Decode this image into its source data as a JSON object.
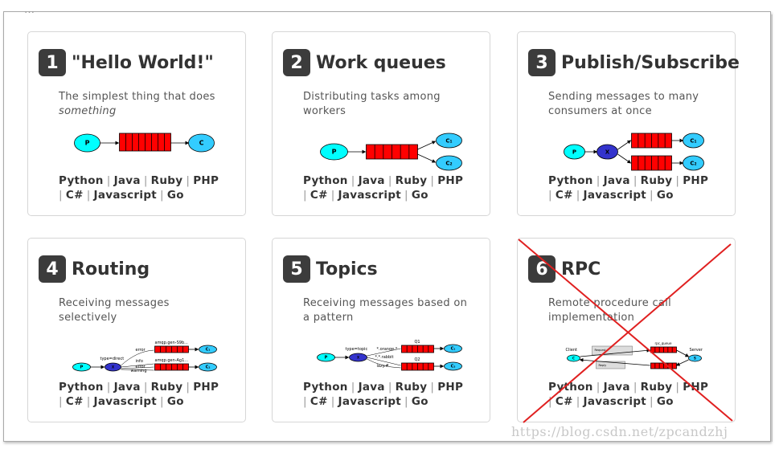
{
  "intro_fragment": "…",
  "cards": [
    {
      "number": "1",
      "title": "\"Hello World!\"",
      "desc": "The simplest thing that does",
      "desc_em": "something",
      "langs": [
        "Python",
        "Java",
        "Ruby",
        "PHP",
        "C#",
        "Javascript",
        "Go"
      ],
      "diagram": {
        "producer": "P",
        "consumer": "C"
      }
    },
    {
      "number": "2",
      "title": "Work queues",
      "desc": "Distributing tasks among workers",
      "desc_em": "",
      "langs": [
        "Python",
        "Java",
        "Ruby",
        "PHP",
        "C#",
        "Javascript",
        "Go"
      ],
      "diagram": {
        "producer": "P",
        "consumers": [
          "C₁",
          "C₂"
        ]
      }
    },
    {
      "number": "3",
      "title": "Publish/Subscribe",
      "desc": "Sending messages to many consumers at once",
      "desc_em": "",
      "langs": [
        "Python",
        "Java",
        "Ruby",
        "PHP",
        "C#",
        "Javascript",
        "Go"
      ],
      "diagram": {
        "producer": "P",
        "exchange": "X",
        "consumers": [
          "C₁",
          "C₂"
        ]
      }
    },
    {
      "number": "4",
      "title": "Routing",
      "desc": "Receiving messages selectively",
      "desc_em": "",
      "langs": [
        "Python",
        "Java",
        "Ruby",
        "PHP",
        "C#",
        "Javascript",
        "Go"
      ],
      "diagram": {
        "producer": "P",
        "exchange_label": "type=direct",
        "bindings": [
          "error",
          "info",
          "error",
          "warning"
        ],
        "queues": [
          "amqp.gen-S9b...",
          "amqp.gen-Ag1..."
        ],
        "consumers": [
          "C₁",
          "C₂"
        ]
      }
    },
    {
      "number": "5",
      "title": "Topics",
      "desc": "Receiving messages based on a pattern",
      "desc_em": "",
      "langs": [
        "Python",
        "Java",
        "Ruby",
        "PHP",
        "C#",
        "Javascript",
        "Go"
      ],
      "diagram": {
        "producer": "P",
        "exchange_label": "type=topic",
        "bindings": [
          "*.orange.*",
          "*.*.rabbit",
          "lazy.#"
        ],
        "queues": [
          "Q1",
          "Q2"
        ],
        "consumers": [
          "C₁",
          "C₂"
        ]
      }
    },
    {
      "number": "6",
      "title": "RPC",
      "desc": "Remote procedure call implementation",
      "desc_em": "",
      "langs": [
        "Python",
        "Java",
        "Ruby",
        "PHP",
        "C#",
        "Javascript",
        "Go"
      ],
      "diagram": {
        "client": "Client",
        "server": "Server",
        "client_node": "C",
        "server_node": "S",
        "queue_label": "rpc_queue",
        "request": "Request reply_to=amqp.gen-Xa2... correlation_id=abc",
        "reply": "Reply correlation_id=abc",
        "reply_queue": "reply_to=amq.gen-Xa2..."
      }
    }
  ],
  "colors": {
    "queue": "#ff0000",
    "node": "#33ccff",
    "producer": "#00ffff",
    "exchange": "#3333cc",
    "badge": "#3c3c3c",
    "cross": "#e02020"
  },
  "watermark": "https://blog.csdn.net/zpcandzhj"
}
